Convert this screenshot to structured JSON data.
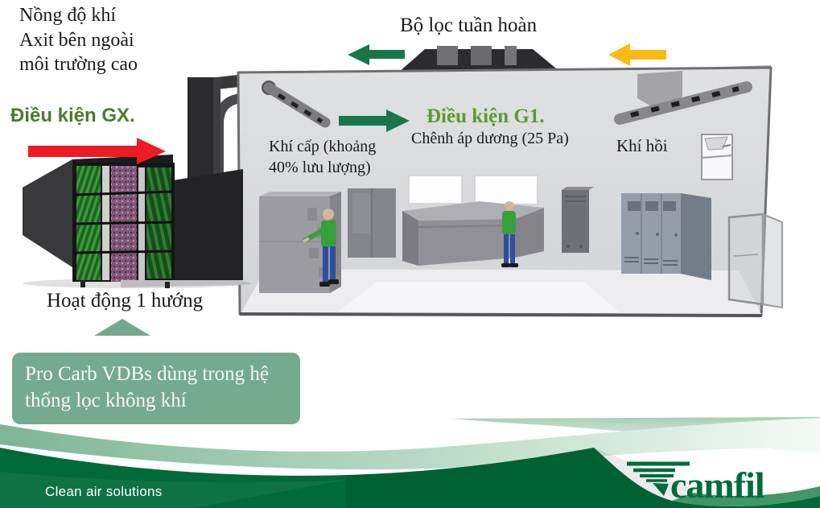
{
  "labels": {
    "env_condition": "Nồng độ khí Axit bên ngoài môi trường cao",
    "condition_gx": "Điều kiện GX.",
    "recirculation_filter": "Bộ lọc tuần hoàn",
    "condition_g1": "Điều kiện G1.",
    "positive_pressure": "Chênh áp dương (25 Pa)",
    "supply_air": "Khí cấp (khoảng 40% lưu lượng)",
    "return_air": "Khí hồi",
    "one_way_operation": "Hoạt động 1 hướng",
    "callout_procarb": "Pro Carb VDBs dùng trong hệ thống lọc không khí"
  },
  "footer": {
    "tagline": "Clean air solutions",
    "brand": "camfil"
  },
  "icons": {
    "red_arrow": "arrow-right",
    "green_arrow_top": "arrow-left",
    "yellow_arrow": "arrow-left",
    "green_arrow_inside": "arrow-right",
    "sage_triangle": "triangle-up"
  },
  "colors": {
    "arrow_red": "#ed1c24",
    "arrow_green": "#17774a",
    "arrow_yellow": "#fdb913",
    "text_green_gx": "#4d7b2d",
    "text_green_g1": "#5b9b31",
    "callout_bg": "#74ab8e",
    "footer_green": "#006a38",
    "brand_green": "#006b3f"
  }
}
